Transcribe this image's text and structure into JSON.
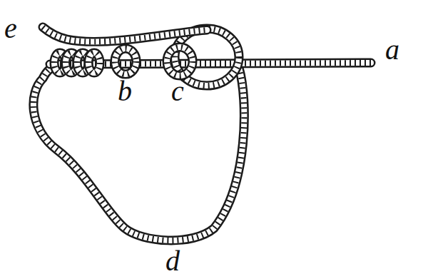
{
  "diagram": {
    "labels": [
      "e",
      "a",
      "b",
      "c",
      "d"
    ]
  }
}
